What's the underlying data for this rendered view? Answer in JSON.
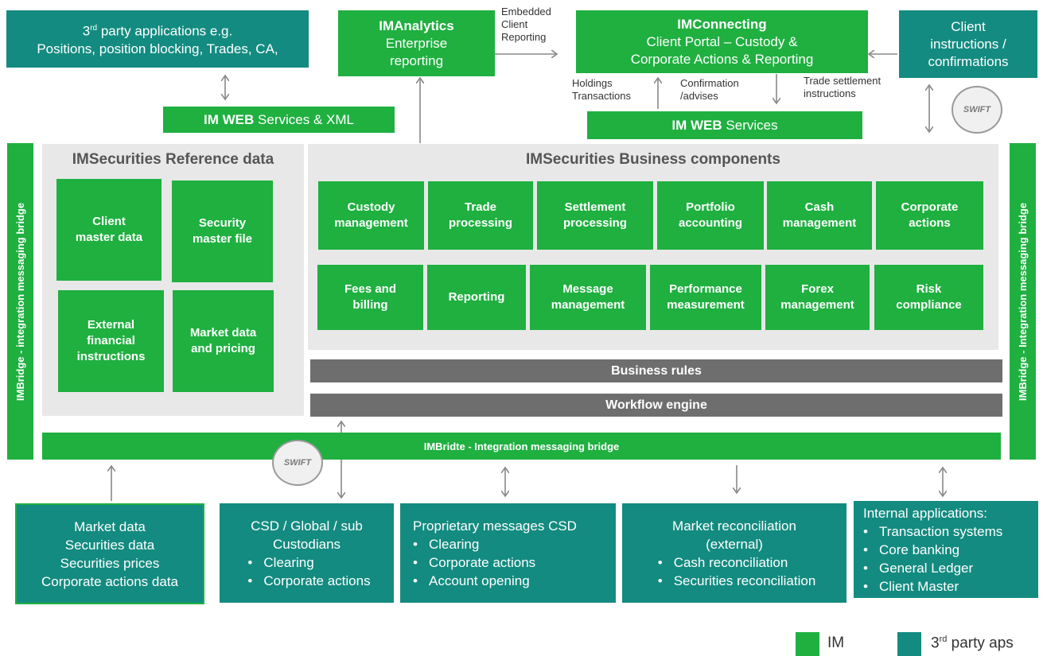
{
  "top": {
    "third_party_apps": {
      "line1_pre": "3",
      "line1_sup": "rd",
      "line1_post": " party applications e.g.",
      "line2": "Positions, position blocking, Trades, CA,"
    },
    "imanalytics": {
      "title": "IMAnalytics",
      "line1": "Enterprise",
      "line2": "reporting"
    },
    "embedded": {
      "l1": "Embedded",
      "l2": "Client",
      "l3": "Reporting"
    },
    "imconnecting": {
      "title": "IMConnecting",
      "line1": "Client Portal – Custody &",
      "line2": "Corporate Actions  & Reporting"
    },
    "client_instr": {
      "line1": "Client",
      "line2": "instructions  /",
      "line3": "confirmations"
    },
    "holdings": {
      "l1": "Holdings",
      "l2": "Transactions"
    },
    "confirmation": {
      "l1": "Confirmation",
      "l2": "/advises"
    },
    "trade_settle": {
      "l1": "Trade settlement",
      "l2": "instructions"
    },
    "imweb_xml": {
      "bold": "IM WEB",
      "rest": " Services & XML"
    },
    "imweb": {
      "bold": "IM WEB",
      "rest": " Services"
    },
    "swift": "SWIFT"
  },
  "left_bridge": "IMBridge - integration messaging bridge",
  "right_bridge": "IMBridge - Integration messaging bridge",
  "reference": {
    "title": "IMSecurities Reference data",
    "items": [
      {
        "l1": "Client",
        "l2": "master data"
      },
      {
        "l1": "Security",
        "l2": "master file"
      },
      {
        "l1": "External",
        "l2": "financial",
        "l3": "instructions"
      },
      {
        "l1": "Market data",
        "l2": "and pricing"
      }
    ]
  },
  "business": {
    "title": "IMSecurities Business components",
    "row1": [
      {
        "l1": "Custody",
        "l2": "management"
      },
      {
        "l1": "Trade",
        "l2": "processing"
      },
      {
        "l1": "Settlement",
        "l2": "processing"
      },
      {
        "l1": "Portfolio",
        "l2": "accounting"
      },
      {
        "l1": "Cash",
        "l2": "management"
      },
      {
        "l1": "Corporate",
        "l2": "actions"
      }
    ],
    "row2": [
      {
        "l1": "Fees and",
        "l2": "billing"
      },
      {
        "l1": "Reporting",
        "l2": ""
      },
      {
        "l1": "Message",
        "l2": "management"
      },
      {
        "l1": "Performance",
        "l2": "measurement"
      },
      {
        "l1": "Forex",
        "l2": "management"
      },
      {
        "l1": "Risk",
        "l2": "compliance"
      }
    ]
  },
  "business_rules": "Business rules",
  "workflow_engine": "Workflow engine",
  "imbridte": "IMBridte - Integration messaging bridge",
  "bottom": {
    "market": {
      "l1": "Market data",
      "l2": "Securities data",
      "l3": "Securities prices",
      "l4": "Corporate actions data"
    },
    "csd": {
      "l1": "CSD / Global  / sub",
      "l2": "Custodians",
      "bullets": [
        "Clearing",
        "Corporate actions"
      ]
    },
    "proprietary": {
      "l1": "Proprietary messages CSD",
      "bullets": [
        "Clearing",
        "Corporate actions",
        "Account opening"
      ]
    },
    "reconciliation": {
      "l1": "Market reconciliation",
      "l2": "(external)",
      "bullets": [
        "Cash reconciliation",
        "Securities reconciliation"
      ]
    },
    "internal": {
      "l1": "Internal applications:",
      "bullets": [
        "Transaction systems",
        "Core banking",
        "General Ledger",
        "Client Master"
      ]
    }
  },
  "legend": {
    "im": "IM",
    "third_pre": "3",
    "third_sup": "rd",
    "third_post": " party aps",
    "colors": {
      "im": "#1fb040",
      "third": "#138b80"
    }
  }
}
